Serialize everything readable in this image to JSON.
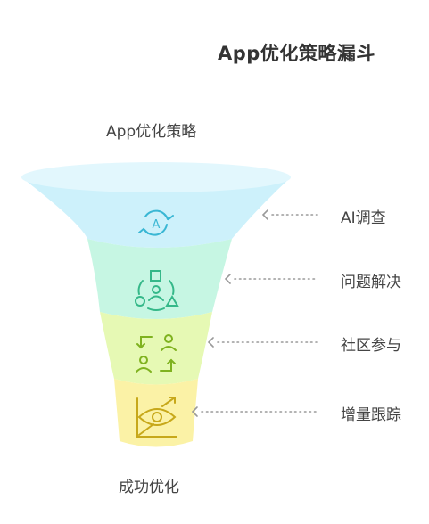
{
  "title": "App优化策略漏斗",
  "top_label": "App优化策略",
  "bottom_label": "成功优化",
  "stages": [
    {
      "label": "AI调查",
      "icon": "ai-refresh-icon",
      "fill": "#cdf1fb",
      "stroke": "#3ab7d4"
    },
    {
      "label": "问题解决",
      "icon": "network-people-shapes-icon",
      "fill": "#c6f6e3",
      "stroke": "#35b889"
    },
    {
      "label": "社区参与",
      "icon": "people-exchange-icon",
      "fill": "#e6f9b4",
      "stroke": "#7fb21f"
    },
    {
      "label": "增量跟踪",
      "icon": "eye-chart-icon",
      "fill": "#fbf2a6",
      "stroke": "#c7a81a"
    }
  ]
}
